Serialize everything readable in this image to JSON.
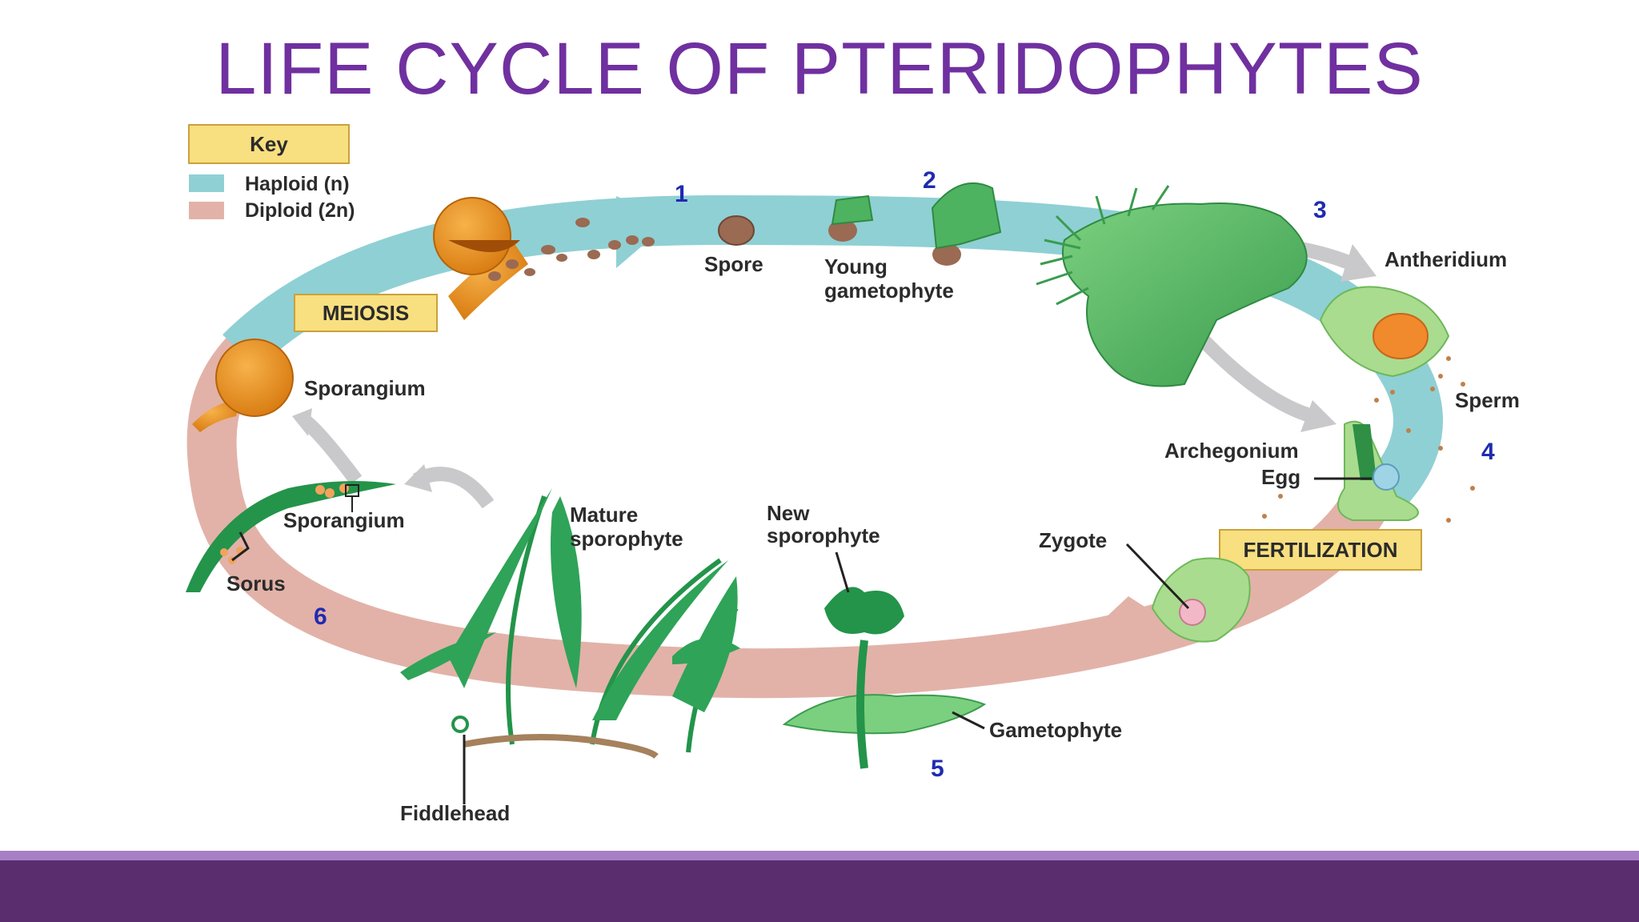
{
  "title": "LIFE CYCLE OF PTERIDOPHYTES",
  "key": {
    "title": "Key",
    "haploid": "Haploid (n)",
    "diploid": "Diploid (2n)",
    "haploid_color": "#8fd0d4",
    "diploid_color": "#e2b2a8"
  },
  "stage_boxes": {
    "meiosis": "MEIOSIS",
    "fertilization": "FERTILIZATION",
    "box_color": "#f8df80"
  },
  "labels": {
    "spore": "Spore",
    "young_1": "Young",
    "young_2": "gametophyte",
    "antheridium": "Antheridium",
    "sperm": "Sperm",
    "archegonium": "Archegonium",
    "egg": "Egg",
    "zygote": "Zygote",
    "new_1": "New",
    "new_2": "sporophyte",
    "gametophyte": "Gametophyte",
    "mature_1": "Mature",
    "mature_2": "sporophyte",
    "fiddlehead": "Fiddlehead",
    "sporangium_top": "Sporangium",
    "sporangium_leaf": "Sporangium",
    "sorus": "Sorus"
  },
  "numbers": {
    "n1": "1",
    "n2": "2",
    "n3": "3",
    "n4": "4",
    "n5": "5",
    "n6": "6"
  },
  "colors": {
    "title": "#7030a0",
    "numbers": "#1f2bb0",
    "plant_green": "#3aa655",
    "footer_dark": "#5a2d6e",
    "footer_light": "#a77fc4"
  }
}
